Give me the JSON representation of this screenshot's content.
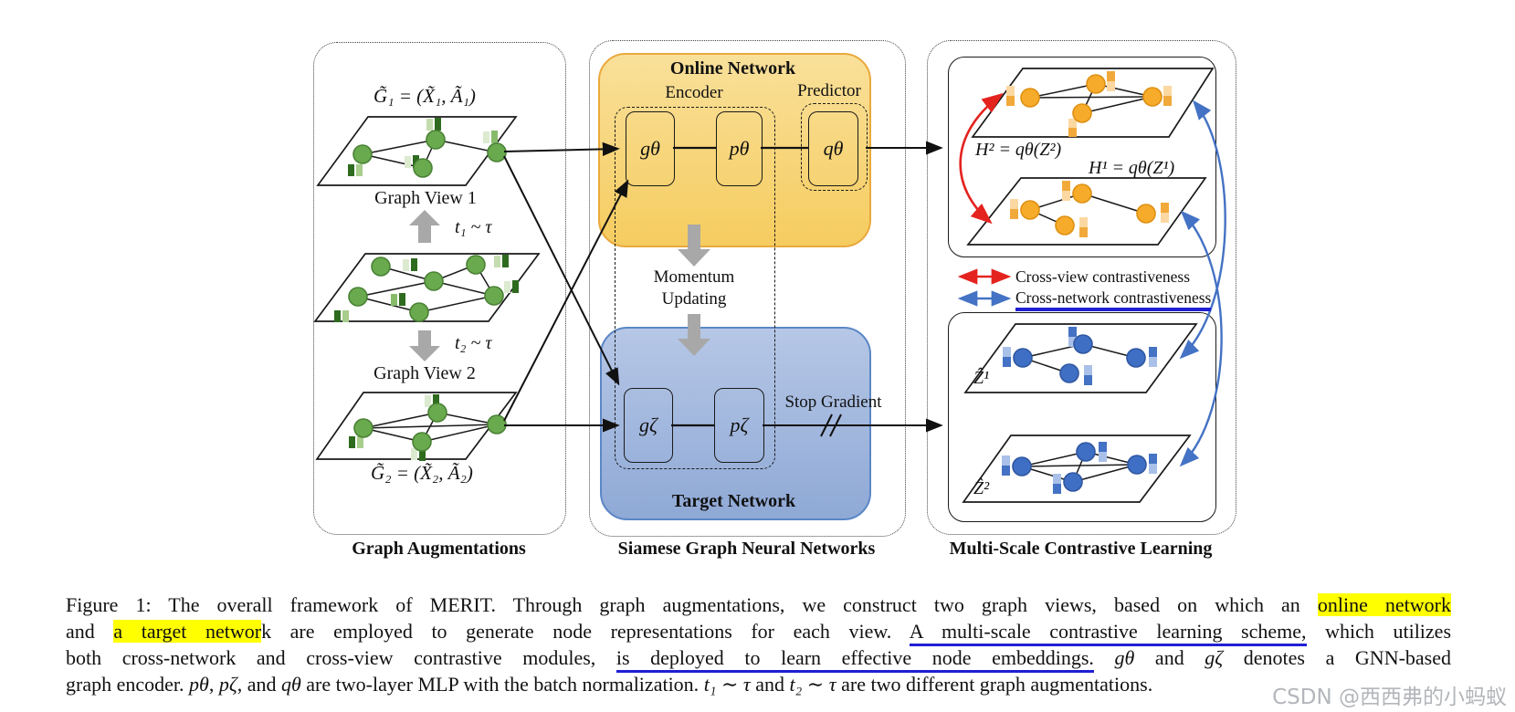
{
  "figure": {
    "panel1": {
      "title": "Graph Augmentations",
      "g1": "G̃₁ = (X̃₁, Ã₁)",
      "view1": "Graph View 1",
      "t1": "t₁ ~ τ",
      "t2": "t₂ ~ τ",
      "view2": "Graph View 2",
      "g2": "G̃₂ = (X̃₂, Ã₂)"
    },
    "panel2": {
      "title": "Siamese Graph Neural Networks",
      "online_title": "Online Network",
      "encoder": "Encoder",
      "predictor": "Predictor",
      "g_theta": "gθ",
      "p_theta": "pθ",
      "q_theta": "qθ",
      "momentum1": "Momentum",
      "momentum2": "Updating",
      "g_zeta": "gζ",
      "p_zeta": "pζ",
      "stop_gradient": "Stop Gradient",
      "target_title": "Target Network"
    },
    "panel3": {
      "title": "Multi-Scale Contrastive Learning",
      "h2": "H² = qθ(Z²)",
      "h1": "H¹ = qθ(Z¹)",
      "z1": "Ẑ¹",
      "z2": "Ẑ²",
      "legend": [
        {
          "label": "Cross-view contrastiveness",
          "color": "#e4231f",
          "underlined": false
        },
        {
          "label": "Cross-network contrastiveness",
          "color": "#4472c4",
          "underlined": true
        }
      ]
    }
  },
  "caption": {
    "lines": [
      [
        {
          "t": "Figure 1: The overall framework of MERIT. Through graph augmentations, we construct two graph views, based on which an "
        },
        {
          "t": "online network",
          "hl": true
        }
      ],
      [
        {
          "t": "and "
        },
        {
          "t": "a target networ",
          "hl": true
        },
        {
          "t": "k are employed to generate node representations for each view. "
        },
        {
          "t": "A multi-scale contrastive learning scheme,",
          "ul": true
        },
        {
          "t": " which utilizes"
        }
      ],
      [
        {
          "t": "both cross-network and cross-view contrastive modules, "
        },
        {
          "t": "is deployed to learn effective node embeddings.",
          "ul": true
        },
        {
          "t": " "
        },
        {
          "t": "gθ",
          "m": true
        },
        {
          "t": " and "
        },
        {
          "t": "gζ",
          "m": true
        },
        {
          "t": " denotes a GNN-based"
        }
      ],
      [
        {
          "t": "graph encoder. "
        },
        {
          "t": "pθ",
          "m": true
        },
        {
          "t": ", "
        },
        {
          "t": "pζ",
          "m": true
        },
        {
          "t": ", and "
        },
        {
          "t": "qθ",
          "m": true
        },
        {
          "t": " are two-layer MLP with the batch normalization. "
        },
        {
          "t": "t₁ ∼ τ",
          "m": true
        },
        {
          "t": " and "
        },
        {
          "t": "t₂ ∼ τ",
          "m": true
        },
        {
          "t": " are two different graph augmentations."
        }
      ]
    ]
  },
  "watermark": "CSDN @西西弗的小蚂蚁",
  "colors": {
    "node_green": "#6aaa4e",
    "node_orange": "#f7ab2a",
    "node_blue": "#3f6fc4",
    "online_box": "#f5cc5f",
    "target_box": "#8fa9d6",
    "highlight": "#ffff00",
    "annotation_blue": "#1f1fd4",
    "cross_view_red": "#e4231f",
    "cross_network_blue": "#4472c4",
    "gray_arrow": "#a8a8a8"
  }
}
